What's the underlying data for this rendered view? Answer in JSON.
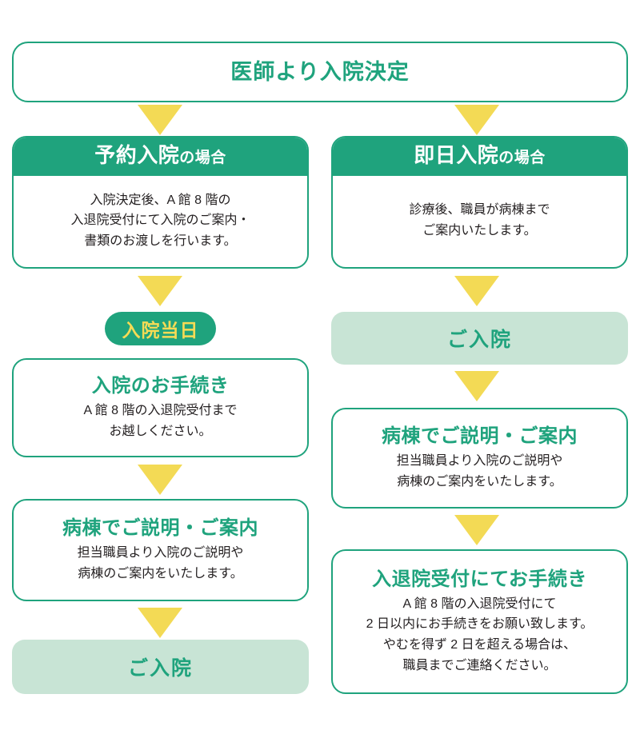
{
  "meta": {
    "title": "入院の流れ",
    "colors": {
      "green": "#1FA37D",
      "soft_green": "#C8E4D5",
      "yellow": "#F3DA55",
      "text": "#231f20",
      "white": "#ffffff"
    }
  },
  "start": {
    "label": "医師より入院決定"
  },
  "left_column": {
    "card": {
      "header_main": "予約入院",
      "header_suffix": "の場合",
      "body_lines": [
        "入院決定後、A 館 8 階の",
        "入退院受付にて入院のご案内・",
        "書類のお渡しを行います。"
      ]
    },
    "pill": {
      "label": "入院当日"
    },
    "step_procedure": {
      "heading": "入院のお手続き",
      "body_lines": [
        "A 館 8 階の入退院受付まで",
        "お越しください。"
      ]
    },
    "step_ward": {
      "heading": "病棟でご説明・ご案内",
      "body_lines": [
        "担当職員より入院のご説明や",
        "病棟のご案内をいたします。"
      ]
    },
    "admission": {
      "label": "ご入院"
    }
  },
  "right_column": {
    "card": {
      "header_main": "即日入院",
      "header_suffix": "の場合",
      "body_lines": [
        "診療後、職員が病棟まで",
        "ご案内いたします。"
      ]
    },
    "admission": {
      "label": "ご入院"
    },
    "step_ward": {
      "heading": "病棟でご説明・ご案内",
      "body_lines": [
        "担当職員より入院のご説明や",
        "病棟のご案内をいたします。"
      ]
    },
    "step_reception": {
      "heading": "入退院受付にてお手続き",
      "body_lines": [
        "A 館 8 階の入退院受付にて",
        "2 日以内にお手続きをお願い致します。",
        "やむを得ず 2 日を超える場合は、",
        "職員までご連絡ください。"
      ]
    }
  }
}
